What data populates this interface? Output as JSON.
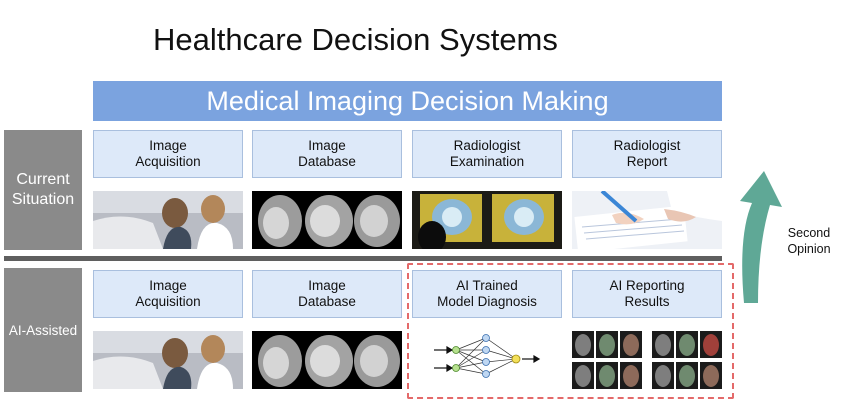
{
  "title": "Healthcare Decision Systems",
  "banner": "Medical Imaging Decision Making",
  "rows": {
    "current": {
      "label_line1": "Current",
      "label_line2": "Situation",
      "steps": [
        {
          "line1": "Image",
          "line2": "Acquisition"
        },
        {
          "line1": "Image",
          "line2": "Database"
        },
        {
          "line1": "Radiologist",
          "line2": "Examination"
        },
        {
          "line1": "Radiologist",
          "line2": "Report"
        }
      ]
    },
    "ai": {
      "label": "AI-Assisted",
      "steps": [
        {
          "line1": "Image",
          "line2": "Acquisition"
        },
        {
          "line1": "Image",
          "line2": "Database"
        },
        {
          "line1": "AI Trained",
          "line2": "Model Diagnosis"
        },
        {
          "line1": "AI Reporting",
          "line2": "Results"
        }
      ]
    }
  },
  "side_note": {
    "line1": "Second",
    "line2": "Opinion"
  },
  "colors": {
    "banner": "#7ba3df",
    "step_box": "#dde9f9",
    "row_label": "#8a8a8a",
    "arrow": "#5fa896",
    "ai_highlight": "#e46a6a"
  },
  "icons": [
    "curved-arrow-icon",
    "neural-network-icon"
  ]
}
